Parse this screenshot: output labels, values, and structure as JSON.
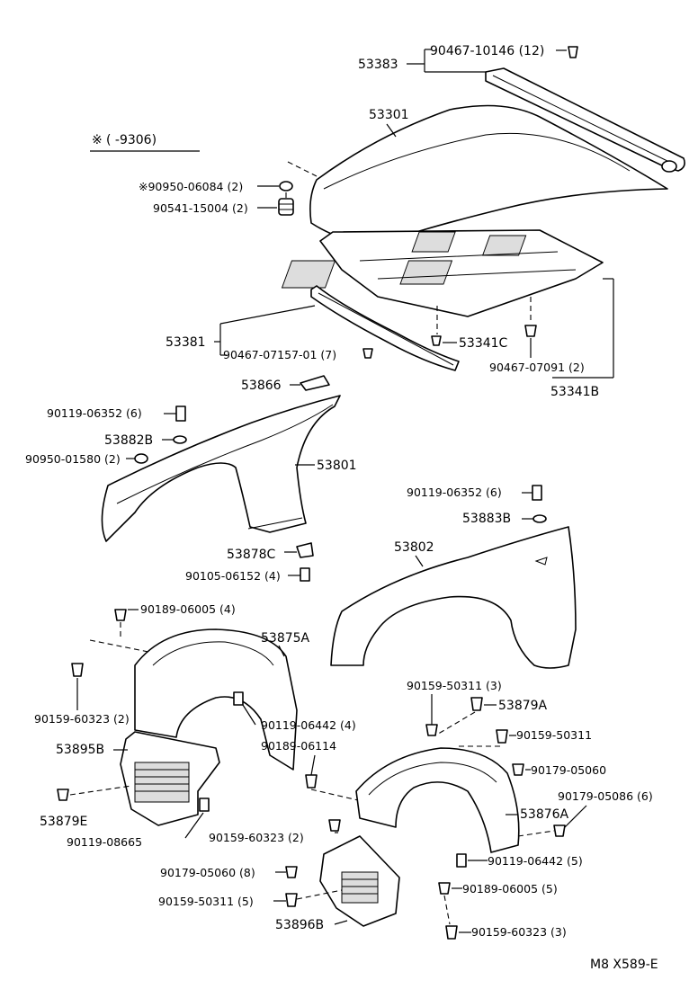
{
  "note": {
    "symbol": "※",
    "range": "(       -9306)"
  },
  "labels": {
    "p53383": "53383",
    "p90467_10146": "90467-10146 (12)",
    "p53301": "53301",
    "p90950_06084": "※90950-06084 (2)",
    "p90541_15004": "90541-15004 (2)",
    "p53381": "53381",
    "p90467_07157": "90467-07157-01 (7)",
    "p53341C": "53341C",
    "p90467_07091": "90467-07091 (2)",
    "p53341B": "53341B",
    "p53866": "53866",
    "p90119_06352a": "90119-06352 (6)",
    "p53882B": "53882B",
    "p90950_01580": "90950-01580 (2)",
    "p53801": "53801",
    "p53878C": "53878C",
    "p90105_06152": "90105-06152 (4)",
    "p90119_06352b": "90119-06352 (6)",
    "p53883B": "53883B",
    "p53802": "53802",
    "p90189_06005a": "90189-06005 (4)",
    "p53875A": "53875A",
    "p90159_60323a": "90159-60323 (2)",
    "p90119_06442a": "90119-06442 (4)",
    "p90189_06114": "90189-06114",
    "p53895B": "53895B",
    "p53879E": "53879E",
    "p90119_08665": "90119-08665",
    "p90159_50311a": "90159-50311 (3)",
    "p53879A": "53879A",
    "p90159_50311b": "90159-50311",
    "p90179_05060a": "90179-05060",
    "p90179_05086": "90179-05086 (6)",
    "p53876A": "53876A",
    "p90159_60323b": "90159-60323 (2)",
    "p90119_06442b": "90119-06442 (5)",
    "p90179_05060b": "90179-05060 (8)",
    "p90189_06005b": "90189-06005 (5)",
    "p90159_50311c": "90159-50311 (5)",
    "p53896B": "53896B",
    "p90159_60323c": "90159-60323 (3)",
    "code": "M8  X589-E"
  }
}
